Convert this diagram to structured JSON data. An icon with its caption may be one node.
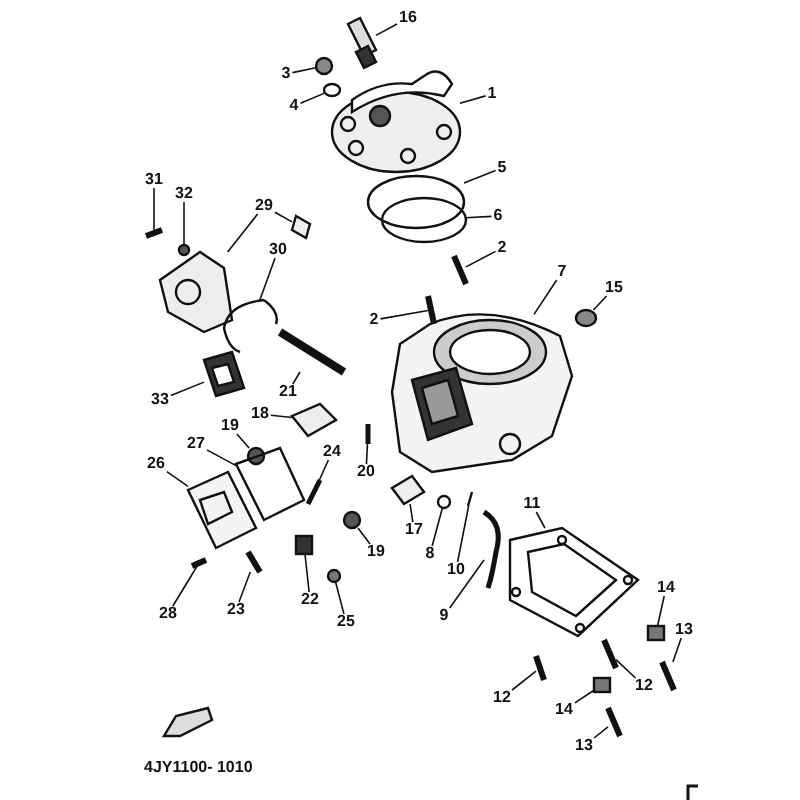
{
  "diagram": {
    "nodes": [
      {
        "text": [
          "16"
        ]
      },
      {
        "text": [
          "3"
        ]
      },
      {
        "text": [
          "4"
        ]
      },
      {
        "text": [
          "1"
        ]
      },
      {
        "text": [
          "5"
        ]
      },
      {
        "text": [
          "6"
        ]
      },
      {
        "text": [
          "2"
        ]
      },
      {
        "text": [
          "7"
        ]
      },
      {
        "text": [
          "15"
        ]
      },
      {
        "text": [
          "2"
        ]
      },
      {
        "text": [
          "31"
        ]
      },
      {
        "text": [
          "32"
        ]
      },
      {
        "text": [
          "29"
        ]
      },
      {
        "text": [
          "30"
        ]
      },
      {
        "text": [
          "33"
        ]
      },
      {
        "text": [
          "21"
        ]
      },
      {
        "text": [
          "18"
        ]
      },
      {
        "text": [
          "19"
        ]
      },
      {
        "text": [
          "24"
        ]
      },
      {
        "text": [
          "20"
        ]
      },
      {
        "text": [
          "27"
        ]
      },
      {
        "text": [
          "26"
        ]
      },
      {
        "text": [
          "19"
        ]
      },
      {
        "text": [
          "17"
        ]
      },
      {
        "text": [
          "8"
        ]
      },
      {
        "text": [
          "10"
        ]
      },
      {
        "text": [
          "9"
        ]
      },
      {
        "text": [
          "11"
        ]
      },
      {
        "text": [
          "14"
        ]
      },
      {
        "text": [
          "13"
        ]
      },
      {
        "text": [
          "12"
        ]
      },
      {
        "text": [
          "12"
        ]
      },
      {
        "text": [
          "14"
        ]
      },
      {
        "text": [
          "13"
        ]
      },
      {
        "text": [
          "28"
        ]
      },
      {
        "text": [
          "23"
        ]
      },
      {
        "text": [
          "22"
        ]
      },
      {
        "text": [
          "25"
        ]
      },
      {
        "text": [],
        "shape": "picture"
      },
      {
        "text": [],
        "shape": "circle"
      },
      {
        "text": [],
        "shape": "circle"
      },
      {
        "text": [],
        "shape": "picture"
      },
      {
        "text": [],
        "shape": "circle"
      },
      {
        "text": [],
        "shape": "circle"
      },
      {
        "text": [],
        "shape": "picture"
      },
      {
        "text": [],
        "shape": "picture"
      },
      {
        "text": [],
        "shape": "circle"
      },
      {
        "text": [],
        "shape": "picture"
      },
      {
        "text": [],
        "shape": "picture"
      },
      {
        "text": [],
        "shape": "circle"
      },
      {
        "text": [],
        "shape": "picture"
      },
      {
        "text": [],
        "shape": "picture"
      },
      {
        "text": [],
        "shape": "picture"
      },
      {
        "text": [],
        "shape": "picture"
      },
      {
        "text": [],
        "shape": "picture"
      },
      {
        "text": [],
        "shape": "picture"
      },
      {
        "text": [],
        "shape": "circle"
      },
      {
        "text": [],
        "shape": "picture"
      },
      {
        "text": [],
        "shape": "picture"
      },
      {
        "text": [],
        "shape": "picture"
      },
      {
        "text": [],
        "shape": "picture"
      },
      {
        "text": [],
        "shape": "circle"
      },
      {
        "text": [],
        "shape": "picture"
      },
      {
        "text": [],
        "shape": "circle"
      },
      {
        "text": [],
        "shape": "picture"
      },
      {
        "text": [],
        "shape": "picture"
      },
      {
        "text": [],
        "shape": "picture"
      },
      {
        "text": [],
        "shape": "box"
      },
      {
        "text": [],
        "shape": "picture"
      },
      {
        "text": [],
        "shape": "picture"
      },
      {
        "text": [],
        "shape": "picture"
      },
      {
        "text": [],
        "shape": "box"
      },
      {
        "text": [],
        "shape": "picture"
      },
      {
        "text": [],
        "shape": "picture"
      },
      {
        "text": [],
        "shape": "picture"
      },
      {
        "text": [],
        "shape": "box"
      },
      {
        "text": [],
        "shape": "circle"
      }
    ],
    "edges": [
      {
        "from": 0,
        "to": 38,
        "arrow": "none"
      },
      {
        "from": 1,
        "to": 39,
        "arrow": "none"
      },
      {
        "from": 2,
        "to": 40,
        "arrow": "none"
      },
      {
        "from": 3,
        "to": 41,
        "arrow": "none"
      },
      {
        "from": 4,
        "to": 42,
        "arrow": "none"
      },
      {
        "from": 5,
        "to": 43,
        "arrow": "none"
      },
      {
        "from": 6,
        "to": 44,
        "arrow": "none"
      },
      {
        "from": 7,
        "to": 45,
        "arrow": "none"
      },
      {
        "from": 8,
        "to": 46,
        "arrow": "none"
      },
      {
        "from": 9,
        "to": 47,
        "arrow": "none"
      },
      {
        "from": 10,
        "to": 48,
        "arrow": "none"
      },
      {
        "from": 11,
        "to": 49,
        "arrow": "none"
      },
      {
        "from": 12,
        "to": 50,
        "arrow": "none"
      },
      {
        "from": 12,
        "to": 51,
        "arrow": "none"
      },
      {
        "from": 13,
        "to": 52,
        "arrow": "none"
      },
      {
        "from": 14,
        "to": 53,
        "arrow": "none"
      },
      {
        "from": 15,
        "to": 54,
        "arrow": "none"
      },
      {
        "from": 16,
        "to": 55,
        "arrow": "none"
      },
      {
        "from": 17,
        "to": 56,
        "arrow": "none"
      },
      {
        "from": 18,
        "to": 57,
        "arrow": "none"
      },
      {
        "from": 19,
        "to": 58,
        "arrow": "none"
      },
      {
        "from": 20,
        "to": 59,
        "arrow": "none"
      },
      {
        "from": 21,
        "to": 60,
        "arrow": "none"
      },
      {
        "from": 22,
        "to": 61,
        "arrow": "none"
      },
      {
        "from": 23,
        "to": 62,
        "arrow": "none"
      },
      {
        "from": 24,
        "to": 63,
        "arrow": "none"
      },
      {
        "from": 25,
        "to": 64,
        "arrow": "none"
      },
      {
        "from": 26,
        "to": 65,
        "arrow": "none"
      },
      {
        "from": 27,
        "to": 66,
        "arrow": "none"
      },
      {
        "from": 28,
        "to": 67,
        "arrow": "none"
      },
      {
        "from": 29,
        "to": 68,
        "arrow": "none"
      },
      {
        "from": 30,
        "to": 69,
        "arrow": "none"
      },
      {
        "from": 31,
        "to": 70,
        "arrow": "none"
      },
      {
        "from": 32,
        "to": 71,
        "arrow": "none"
      },
      {
        "from": 33,
        "to": 72,
        "arrow": "none"
      },
      {
        "from": 34,
        "to": 73,
        "arrow": "none"
      },
      {
        "from": 35,
        "to": 74,
        "arrow": "none"
      },
      {
        "from": 36,
        "to": 75,
        "arrow": "none"
      },
      {
        "from": 37,
        "to": 76,
        "arrow": "none"
      }
    ],
    "labels": [
      "4JY1100- 1010"
    ]
  }
}
